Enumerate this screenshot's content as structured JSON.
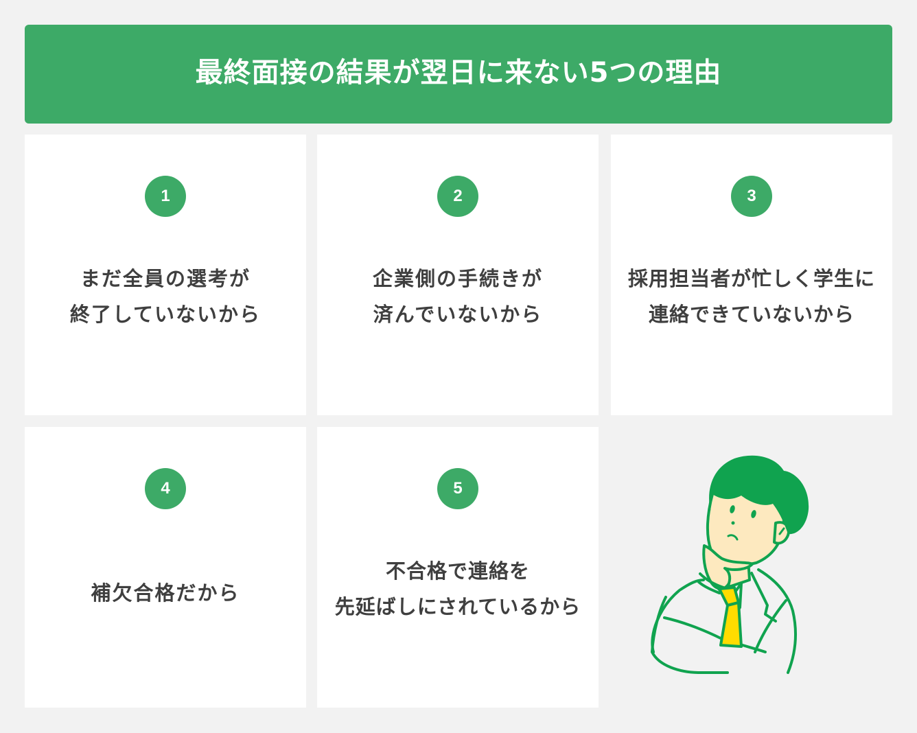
{
  "header": {
    "title": "最終面接の結果が翌日に来ない5つの理由"
  },
  "colors": {
    "background": "#f2f2f2",
    "accent_green": "#3daa67",
    "card_background": "#ffffff",
    "body_text": "#3f3f3f",
    "illustration_hair": "#0fa552",
    "illustration_skin": "#fde9bf",
    "illustration_tie": "#ffdc00"
  },
  "reasons": [
    {
      "number": "1",
      "lines": [
        "まだ全員の選考が",
        "終了していないから"
      ]
    },
    {
      "number": "2",
      "lines": [
        "企業側の手続きが",
        "済んでいないから"
      ]
    },
    {
      "number": "3",
      "lines": [
        "採用担当者が忙しく学生に",
        "連絡できていないから"
      ]
    },
    {
      "number": "4",
      "lines": [
        "補欠合格だから"
      ]
    },
    {
      "number": "5",
      "lines": [
        "不合格で連絡を",
        "先延ばしにされているから"
      ]
    }
  ],
  "illustration": {
    "icon": "thinking-businessman-illustration"
  }
}
